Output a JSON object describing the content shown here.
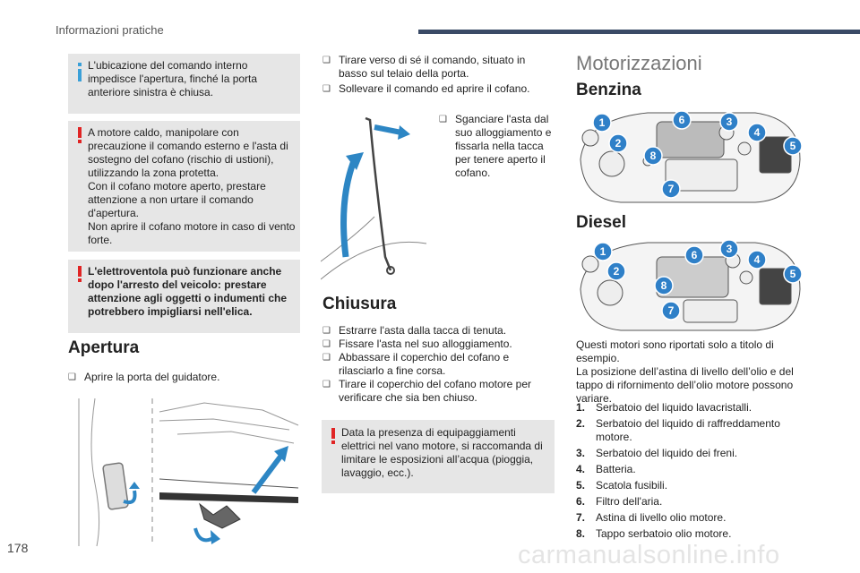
{
  "header": {
    "section_title": "Informazioni pratiche"
  },
  "page_number": "178",
  "watermark": "carmanualsonline.info",
  "left": {
    "info_box": "L'ubicazione del comando interno impedisce l'apertura, finché la porta anteriore sinistra è chiusa.",
    "warning_box_1": [
      "A motore caldo, manipolare con precauzione il comando esterno e l'asta di sostegno del cofano (rischio di ustioni), utilizzando la zona protetta.",
      "Con il cofano motore aperto, prestare attenzione a non urtare il comando d'apertura.",
      "Non aprire il cofano motore in caso di vento forte."
    ],
    "warning_box_2": "L'elettroventola può funzionare anche dopo l'arresto del veicolo: prestare attenzione agli oggetti o indumenti che potrebbero impigliarsi nell'elica.",
    "apertura_title": "Apertura",
    "apertura_step": "Aprire la porta del guidatore."
  },
  "middle": {
    "steps_top": [
      "Tirare verso di sé il comando, situato in basso sul telaio della porta.",
      "Sollevare il comando ed aprire il cofano."
    ],
    "step_image": "Sganciare l'asta dal suo alloggiamento e fissarla nella tacca per tenere aperto il cofano.",
    "chiusura_title": "Chiusura",
    "chiusura_steps": [
      "Estrarre l'asta dalla tacca di tenuta.",
      "Fissare l'asta nel suo alloggiamento.",
      "Abbassare il coperchio del cofano e rilasciarlo a fine corsa.",
      "Tirare il coperchio del cofano motore per verificare che sia ben chiuso."
    ],
    "warning_box": "Data la presenza di equipaggiamenti elettrici nel vano motore, si raccomanda di limitare le esposizioni all’acqua (pioggia, lavaggio, ecc.)."
  },
  "right": {
    "title": "Motorizzazioni",
    "benzina_title": "Benzina",
    "diesel_title": "Diesel",
    "note": [
      "Questi motori sono riportati solo a titolo di esempio.",
      "La posizione dell’astina di livello dell’olio e del tappo di rifornimento dell’olio motore possono variare."
    ],
    "items": [
      {
        "num": "1.",
        "text": "Serbatoio del liquido lavacristalli."
      },
      {
        "num": "2.",
        "text": "Serbatoio del liquido di raffreddamento motore."
      },
      {
        "num": "3.",
        "text": "Serbatoio del liquido dei freni."
      },
      {
        "num": "4.",
        "text": "Batteria."
      },
      {
        "num": "5.",
        "text": "Scatola fusibili."
      },
      {
        "num": "6.",
        "text": "Filtro dell'aria."
      },
      {
        "num": "7.",
        "text": "Astina di livello olio motore."
      },
      {
        "num": "8.",
        "text": "Tappo serbatoio olio motore."
      }
    ],
    "badges": [
      "1",
      "2",
      "3",
      "4",
      "5",
      "6",
      "7",
      "8"
    ]
  },
  "icons": {
    "bullet": "❑"
  },
  "colors": {
    "header_bar": "#3a4a66",
    "box_bg": "#e6e6e6",
    "info": "#3aa0d8",
    "warning": "#e02424",
    "badge": "#2f80c8"
  }
}
